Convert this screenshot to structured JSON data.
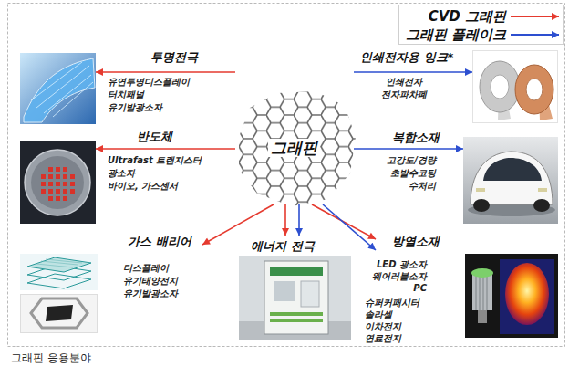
{
  "diagram": {
    "caption": "그래핀 응용분야",
    "nodes": [
      {
        "text": [
          "투명전극",
          "유연투명디스플레이",
          "터치패널",
          "유기발광소자"
        ]
      },
      {
        "text": [
          "인쇄전자용 잉크*",
          "인쇄전자",
          "전자파차폐"
        ]
      },
      {
        "text": [
          "그래핀"
        ]
      },
      {
        "text": [
          "반도체",
          "Ultrafast 트랜지스터",
          "광소자",
          "바이오, 가스센서"
        ]
      },
      {
        "text": [
          "복합소재",
          "고강도/경량",
          "초발수코팅",
          "수처리"
        ]
      },
      {
        "text": [
          "가스 배리어",
          "디스플레이",
          "유기태양전지",
          "유기발광소자"
        ]
      },
      {
        "text": [
          "에너지 전극",
          "슈퍼커패시터",
          "솔라셀",
          "이차전지",
          "연료전지"
        ]
      },
      {
        "text": [
          "방열소재",
          "LED 광소자",
          "웨어러블소자",
          "PC"
        ]
      }
    ],
    "edges": [
      {
        "from": 2,
        "to": 0,
        "arrow": "to"
      },
      {
        "from": 2,
        "to": 1,
        "arrow": "to"
      },
      {
        "from": 2,
        "to": 3,
        "arrow": "to"
      },
      {
        "from": 2,
        "to": 4,
        "arrow": "to"
      },
      {
        "from": 2,
        "to": 5,
        "arrow": "to"
      },
      {
        "from": 2,
        "to": 6,
        "arrow": "to"
      },
      {
        "from": 2,
        "to": 6,
        "arrow": "to"
      },
      {
        "from": 2,
        "to": 7,
        "arrow": "to"
      },
      {
        "from": 2,
        "to": 7,
        "arrow": "to"
      }
    ],
    "legend": [
      {
        "text": "CVD 그래핀"
      },
      {
        "text": "그래핀 플레이크"
      }
    ]
  }
}
